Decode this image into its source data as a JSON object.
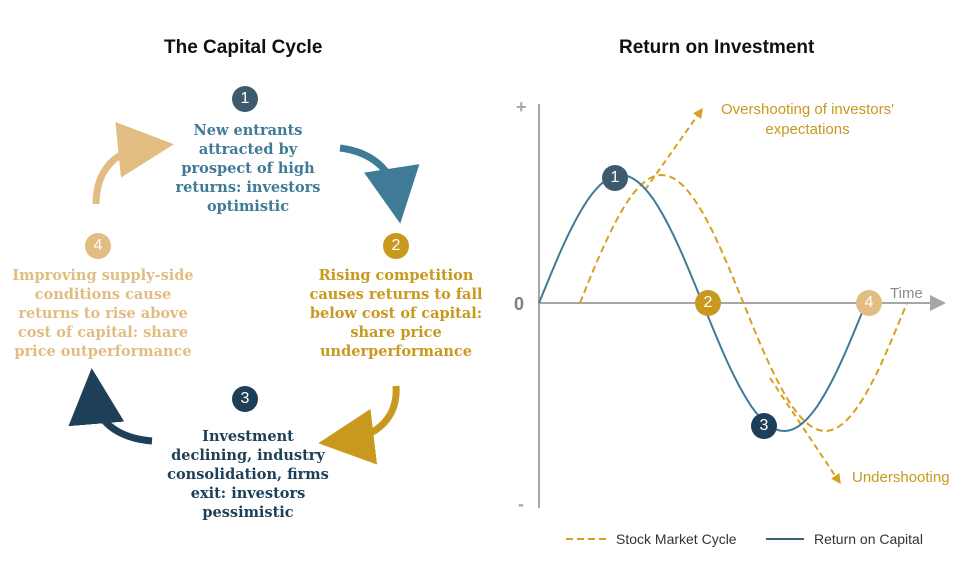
{
  "colors": {
    "stage1": "#3f7a96",
    "stage2": "#c9981f",
    "stage3": "#1d3f57",
    "stage4": "#e1bd82",
    "roc_line": "#3f7a96",
    "market_line": "#d9a020",
    "axis": "#a6a6a6",
    "badge_dark": "#3e5a6e"
  },
  "capital_cycle": {
    "title": "The Capital Cycle",
    "stages": [
      {
        "number": "1",
        "text": "New entrants\nattracted by\nprospect of high\nreturns: investors\noptimistic"
      },
      {
        "number": "2",
        "text": "Rising competition\ncauses returns to fall\nbelow cost of capital:\nshare price\nunderperformance"
      },
      {
        "number": "3",
        "text": "Investment\ndeclining, industry\nconsolidation, firms\nexit: investors\npessimistic"
      },
      {
        "number": "4",
        "text": "Improving supply-side\nconditions cause\nreturns to rise above\ncost of capital: share\nprice outperformance"
      }
    ]
  },
  "roi_chart": {
    "title": "Return on Investment",
    "y_plus": "+",
    "y_zero": "0",
    "y_minus": "-",
    "x_label": "Time",
    "annotation_over": "Overshooting of investors'\nexpectations",
    "annotation_under": "Undershooting",
    "markers": [
      "1",
      "2",
      "3",
      "4"
    ],
    "legend": {
      "market": "Stock Market Cycle",
      "roc": "Return on Capital"
    }
  },
  "chart_data": {
    "type": "line",
    "title": "Return on Investment",
    "xlabel": "Time",
    "ylabel": "",
    "y_ticks": [
      "+",
      "0",
      "-"
    ],
    "x": [
      0,
      0.125,
      0.25,
      0.375,
      0.5,
      0.625,
      0.75,
      0.875,
      1.0
    ],
    "series": [
      {
        "name": "Return on Capital",
        "values": [
          0,
          0.71,
          1,
          0.71,
          0,
          -0.71,
          -1,
          -0.71,
          0
        ]
      },
      {
        "name": "Stock Market Cycle",
        "x_offset": 0.125,
        "values": [
          0,
          0.71,
          1,
          0.71,
          0,
          -0.71,
          -1,
          -0.71,
          0
        ]
      }
    ],
    "annotations": [
      "Overshooting of investors' expectations",
      "Undershooting"
    ],
    "legend_position": "bottom"
  }
}
